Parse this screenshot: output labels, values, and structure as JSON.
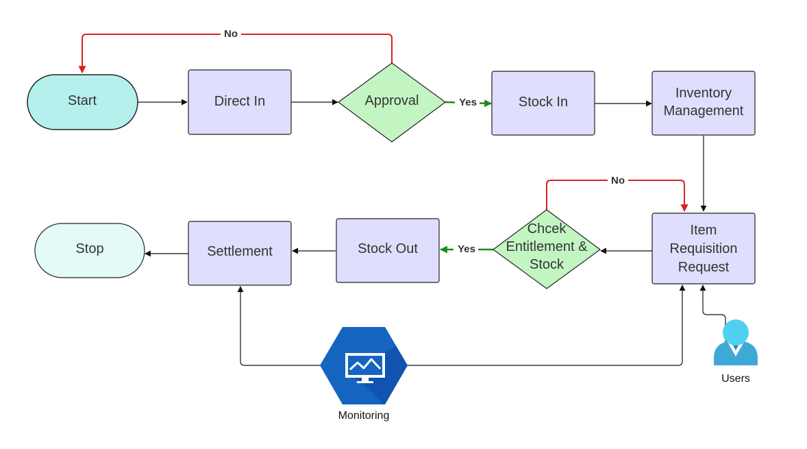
{
  "colors": {
    "terminal_start": "#b5f0ec",
    "terminal_stop": "#e3faf8",
    "process": "#dfdefc",
    "decision": "#c3f5c3",
    "stroke": "#222222",
    "edge_default": "#111111",
    "edge_no": "#dd1f1f",
    "edge_yes": "#1e8a1e",
    "monitoring_icon": "#1565c0",
    "users_icon": "#3fbfe0"
  },
  "nodes": {
    "start": "Start",
    "direct_in": "Direct In",
    "approval": "Approval",
    "stock_in": "Stock In",
    "inventory": [
      "Inventory",
      "Management"
    ],
    "item_requisition": [
      "Item",
      "Requisition",
      "Request"
    ],
    "check_entitlement": [
      "Chcek",
      "Entitlement &",
      "Stock"
    ],
    "stock_out": "Stock Out",
    "settlement": "Settlement",
    "stop": "Stop"
  },
  "edge_labels": {
    "approval_no": "No",
    "approval_yes": "Yes",
    "check_no": "No",
    "check_yes": "Yes"
  },
  "icons": {
    "monitoring": {
      "name": "monitoring-icon",
      "label": "Monitoring"
    },
    "users": {
      "name": "users-icon",
      "label": "Users"
    }
  }
}
